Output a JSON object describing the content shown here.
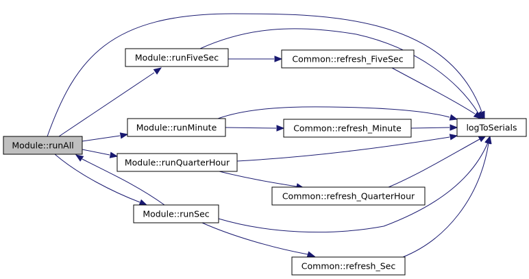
{
  "colors": {
    "edge": "#191970",
    "node_fill": "#ffffff",
    "focus_fill": "#bfbfbf",
    "border": "#000000"
  },
  "nodes": [
    {
      "id": "runAll",
      "label": "Module::runAll",
      "focus": true
    },
    {
      "id": "runFiveSec",
      "label": "Module::runFiveSec",
      "focus": false
    },
    {
      "id": "refreshFiveSec",
      "label": "Common::refresh_FiveSec",
      "focus": false
    },
    {
      "id": "runMinute",
      "label": "Module::runMinute",
      "focus": false
    },
    {
      "id": "refreshMinute",
      "label": "Common::refresh_Minute",
      "focus": false
    },
    {
      "id": "logToSerials",
      "label": "logToSerials",
      "focus": false
    },
    {
      "id": "runQuarterHour",
      "label": "Module::runQuarterHour",
      "focus": false
    },
    {
      "id": "refreshQuarterHour",
      "label": "Common::refresh_QuarterHour",
      "focus": false
    },
    {
      "id": "runSec",
      "label": "Module::runSec",
      "focus": false
    },
    {
      "id": "refreshSec",
      "label": "Common::refresh_Sec",
      "focus": false
    }
  ],
  "edges": [
    {
      "from": "runAll",
      "to": "runFiveSec"
    },
    {
      "from": "runAll",
      "to": "logToSerials"
    },
    {
      "from": "runAll",
      "to": "runMinute"
    },
    {
      "from": "runAll",
      "to": "runQuarterHour"
    },
    {
      "from": "runAll",
      "to": "runSec"
    },
    {
      "from": "runSec",
      "to": "runAll"
    },
    {
      "from": "runFiveSec",
      "to": "refreshFiveSec"
    },
    {
      "from": "runFiveSec",
      "to": "logToSerials"
    },
    {
      "from": "refreshFiveSec",
      "to": "logToSerials"
    },
    {
      "from": "runMinute",
      "to": "refreshMinute"
    },
    {
      "from": "runMinute",
      "to": "logToSerials"
    },
    {
      "from": "refreshMinute",
      "to": "logToSerials"
    },
    {
      "from": "runQuarterHour",
      "to": "logToSerials"
    },
    {
      "from": "runQuarterHour",
      "to": "refreshQuarterHour"
    },
    {
      "from": "refreshQuarterHour",
      "to": "logToSerials"
    },
    {
      "from": "runSec",
      "to": "logToSerials"
    },
    {
      "from": "runSec",
      "to": "refreshSec"
    },
    {
      "from": "refreshSec",
      "to": "logToSerials"
    }
  ]
}
